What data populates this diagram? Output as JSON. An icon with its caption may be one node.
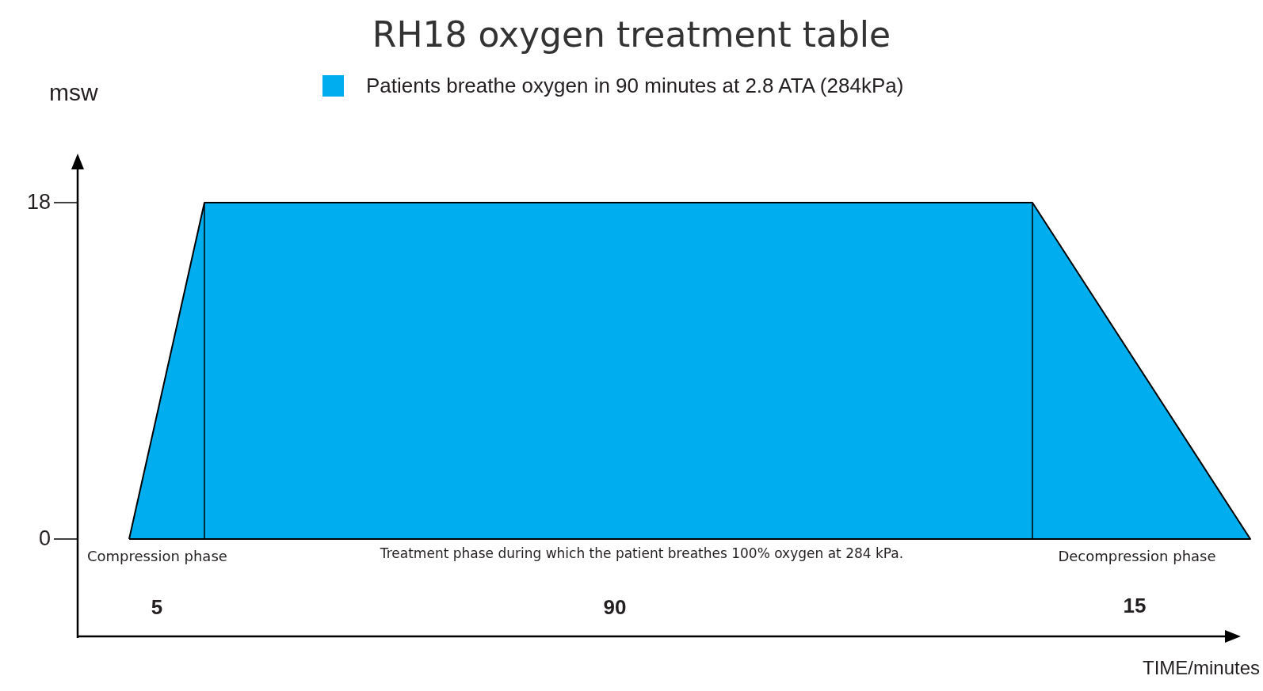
{
  "diagram": {
    "title": "RH18 oxygen treatment table",
    "labels": [
      "msw",
      "18",
      "0",
      "Compression phase",
      "Treatment phase during which the patient breathes 100% oxygen at 284 kPa.",
      "Decompression phase",
      "5",
      "90",
      "15",
      "TIME/minutes"
    ],
    "legend": [
      {
        "text": "Patients breathe oxygen in 90 minutes at 2.8 ATA (284kPa)",
        "color": "#00aeef"
      }
    ]
  }
}
